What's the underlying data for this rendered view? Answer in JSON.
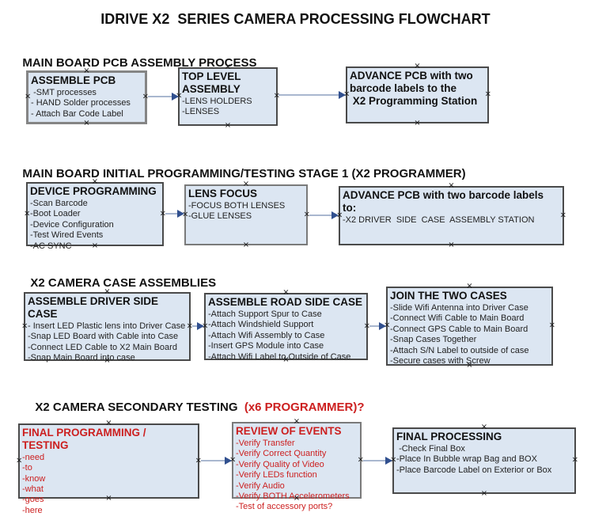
{
  "title": "IDRIVE X2  SERIES CAMERA PROCESSING FLOWCHART",
  "colors": {
    "red": "#cc1f1f",
    "box_fill": "#dce6f2",
    "arrow_line": "#a9b7cf",
    "arrow_head": "#31508f"
  },
  "sections": [
    {
      "heading": "MAIN BOARD PCB ASSEMBLY PROCESS",
      "heading_red": "",
      "boxes": [
        {
          "title": "ASSEMBLE PCB",
          "lines": [
            " -SMT processes",
            "- HAND Solder processes",
            "- Attach Bar Code Label"
          ]
        },
        {
          "title": "TOP LEVEL ASSEMBLY",
          "lines": [
            "-LENS HOLDERS",
            "-LENSES"
          ]
        },
        {
          "title": "ADVANCE PCB with two\nbarcode labels to the\n X2 Programming Station",
          "lines": []
        }
      ]
    },
    {
      "heading": "MAIN BOARD INITIAL PROGRAMMING/TESTING STAGE 1 (X2 PROGRAMMER)",
      "heading_red": "",
      "boxes": [
        {
          "title": "DEVICE PROGRAMMING",
          "lines": [
            "-Scan Barcode",
            "-Boot Loader",
            "-Device Configuration",
            "-Test Wired Events",
            "-AC SYNC"
          ]
        },
        {
          "title": "LENS FOCUS",
          "lines": [
            "-FOCUS BOTH LENSES",
            "-GLUE LENSES"
          ]
        },
        {
          "title": "ADVANCE PCB with two barcode labels to:",
          "lines": [
            "-X2 DRIVER  SIDE  CASE  ASSEMBLY STATION"
          ]
        }
      ]
    },
    {
      "heading": "X2 CAMERA CASE ASSEMBLIES",
      "heading_red": "",
      "boxes": [
        {
          "title": "ASSEMBLE DRIVER SIDE CASE",
          "lines": [
            "- Insert LED Plastic lens into Driver Case",
            "-Snap LED Board with Cable into Case",
            "-Connect LED Cable to X2 Main Board",
            "-Snap Main Board into case"
          ]
        },
        {
          "title": "ASSEMBLE ROAD SIDE CASE",
          "lines": [
            "-Attach Support Spur to Case",
            "-Attach Windshield Support",
            "-Attach Wifi Assembly to Case",
            "-Insert GPS Module into Case",
            "-Attach Wifi Label to Outside of Case"
          ]
        },
        {
          "title": "JOIN THE TWO CASES",
          "lines": [
            "-Slide Wifi Antenna into Driver Case",
            "-Connect Wifi Cable to Main Board",
            "-Connect GPS Cable to Main Board",
            "-Snap Cases Together",
            "-Attach S/N Label to outside of case",
            "-Secure cases with Screw"
          ]
        }
      ]
    },
    {
      "heading": "X2 CAMERA SECONDARY TESTING ",
      "heading_red": " (x6 PROGRAMMER)?",
      "boxes": [
        {
          "title": "FINAL PROGRAMMING / TESTING",
          "lines": [
            "-need",
            "-to",
            "-know",
            "-what",
            "-goes",
            "-here"
          ]
        },
        {
          "title": "REVIEW OF EVENTS",
          "lines": [
            "-Verify Transfer",
            "-Verify Correct Quantity",
            "-Verify Quality of Video",
            "-Verify LEDs function",
            "-Verify Audio",
            "-Verify BOTH Accelerometers",
            "-Test of accessory ports?"
          ]
        },
        {
          "title": "FINAL PROCESSING",
          "lines": [
            " -Check Final Box",
            "-Place In Bubble wrap Bag and BOX",
            "-Place Barcode Label on Exterior or Box"
          ]
        }
      ]
    }
  ]
}
